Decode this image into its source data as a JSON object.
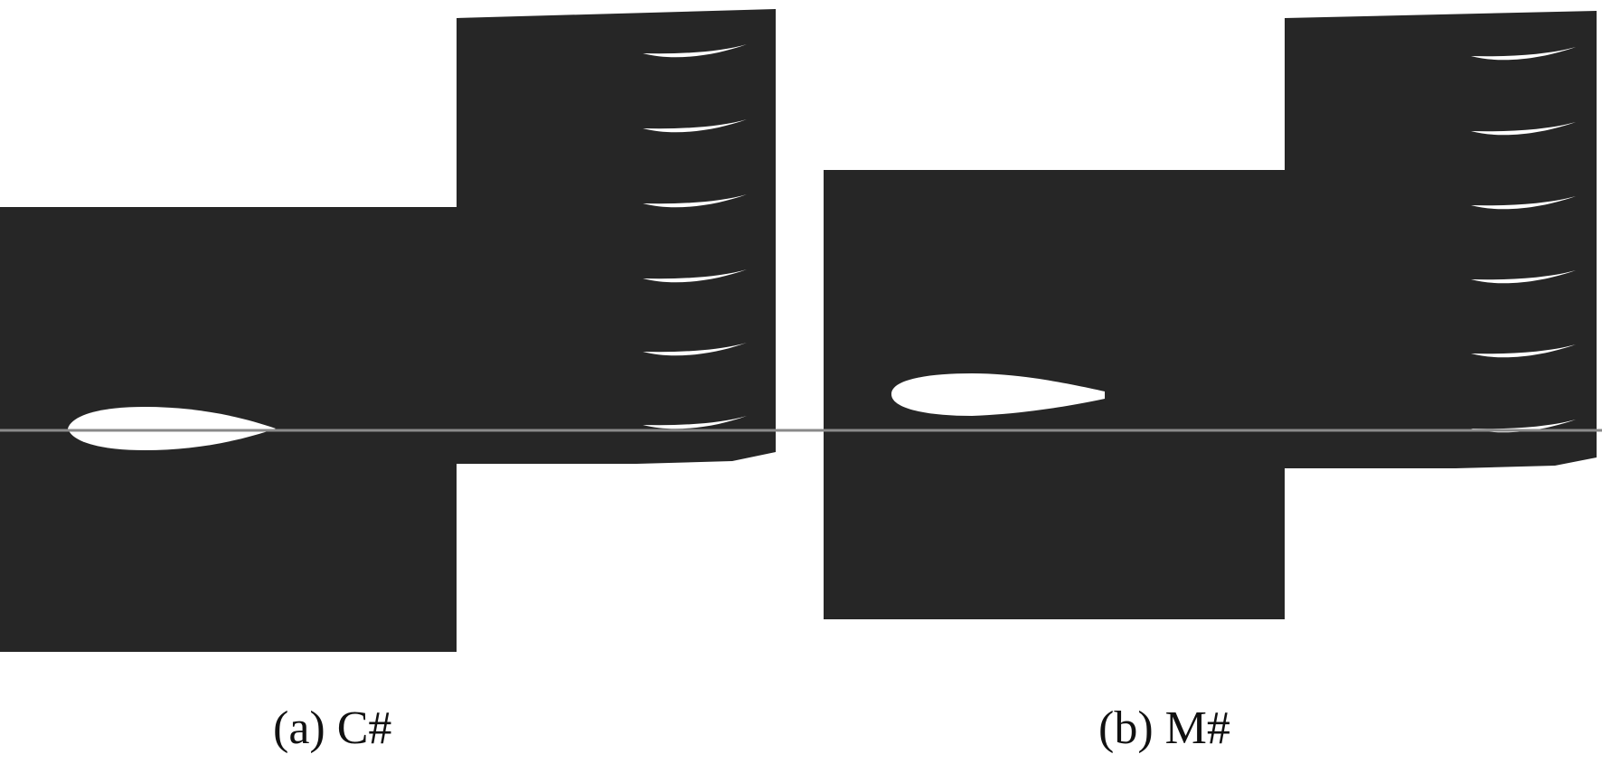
{
  "panels": [
    {
      "id": "a",
      "caption": "(a) C#",
      "airfoil_shape": "symmetric thin",
      "blade_count": 6
    },
    {
      "id": "b",
      "caption": "(b) M#",
      "airfoil_shape": "thick",
      "blade_count": 6
    }
  ],
  "colors": {
    "domain_fill": "#262626",
    "airfoil_fill": "#ffffff",
    "centerline": "#8a8a8a",
    "background": "#ffffff"
  }
}
